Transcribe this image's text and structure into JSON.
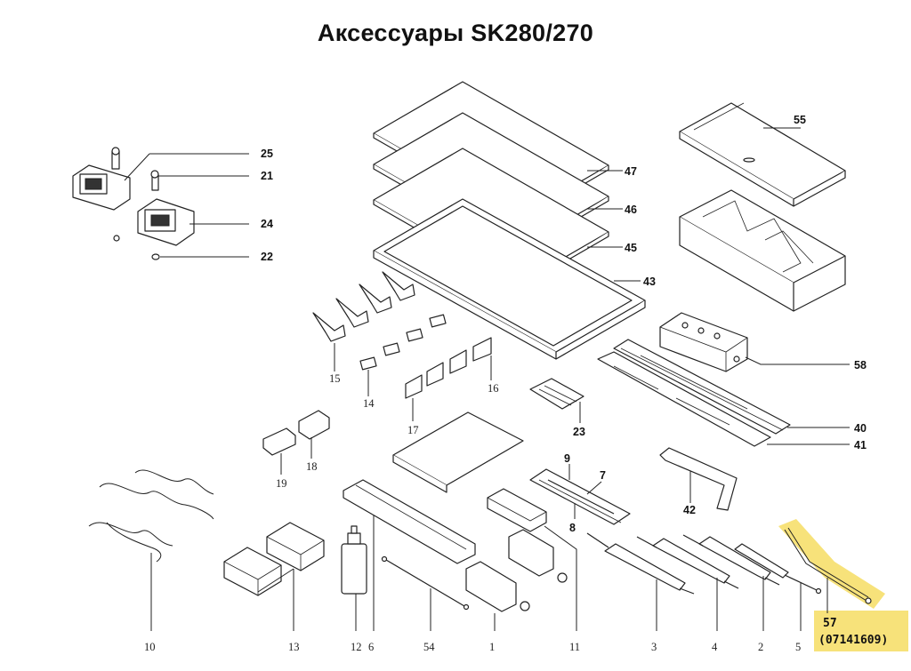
{
  "title": "Аксессуары SK280/270",
  "labels": {
    "p25": "25",
    "p21": "21",
    "p24": "24",
    "p22": "22",
    "p47": "47",
    "p46": "46",
    "p45": "45",
    "p43": "43",
    "p55": "55",
    "p58": "58",
    "p40": "40",
    "p41": "41",
    "p42": "42",
    "p9": "9",
    "p7": "7",
    "p8": "8",
    "p15": "15",
    "p14": "14",
    "p16": "16",
    "p17": "17",
    "p23": "23",
    "p18": "18",
    "p19": "19",
    "p10": "10",
    "p13": "13",
    "p12": "12",
    "p6": "6",
    "p54": "54",
    "p1": "1",
    "p11": "11",
    "p3": "3",
    "p4": "4",
    "p2": "2",
    "p5": "5",
    "p57": "57"
  },
  "highlight": {
    "part_number": "57",
    "code": "(07141609)",
    "color": "#f7e27a"
  }
}
